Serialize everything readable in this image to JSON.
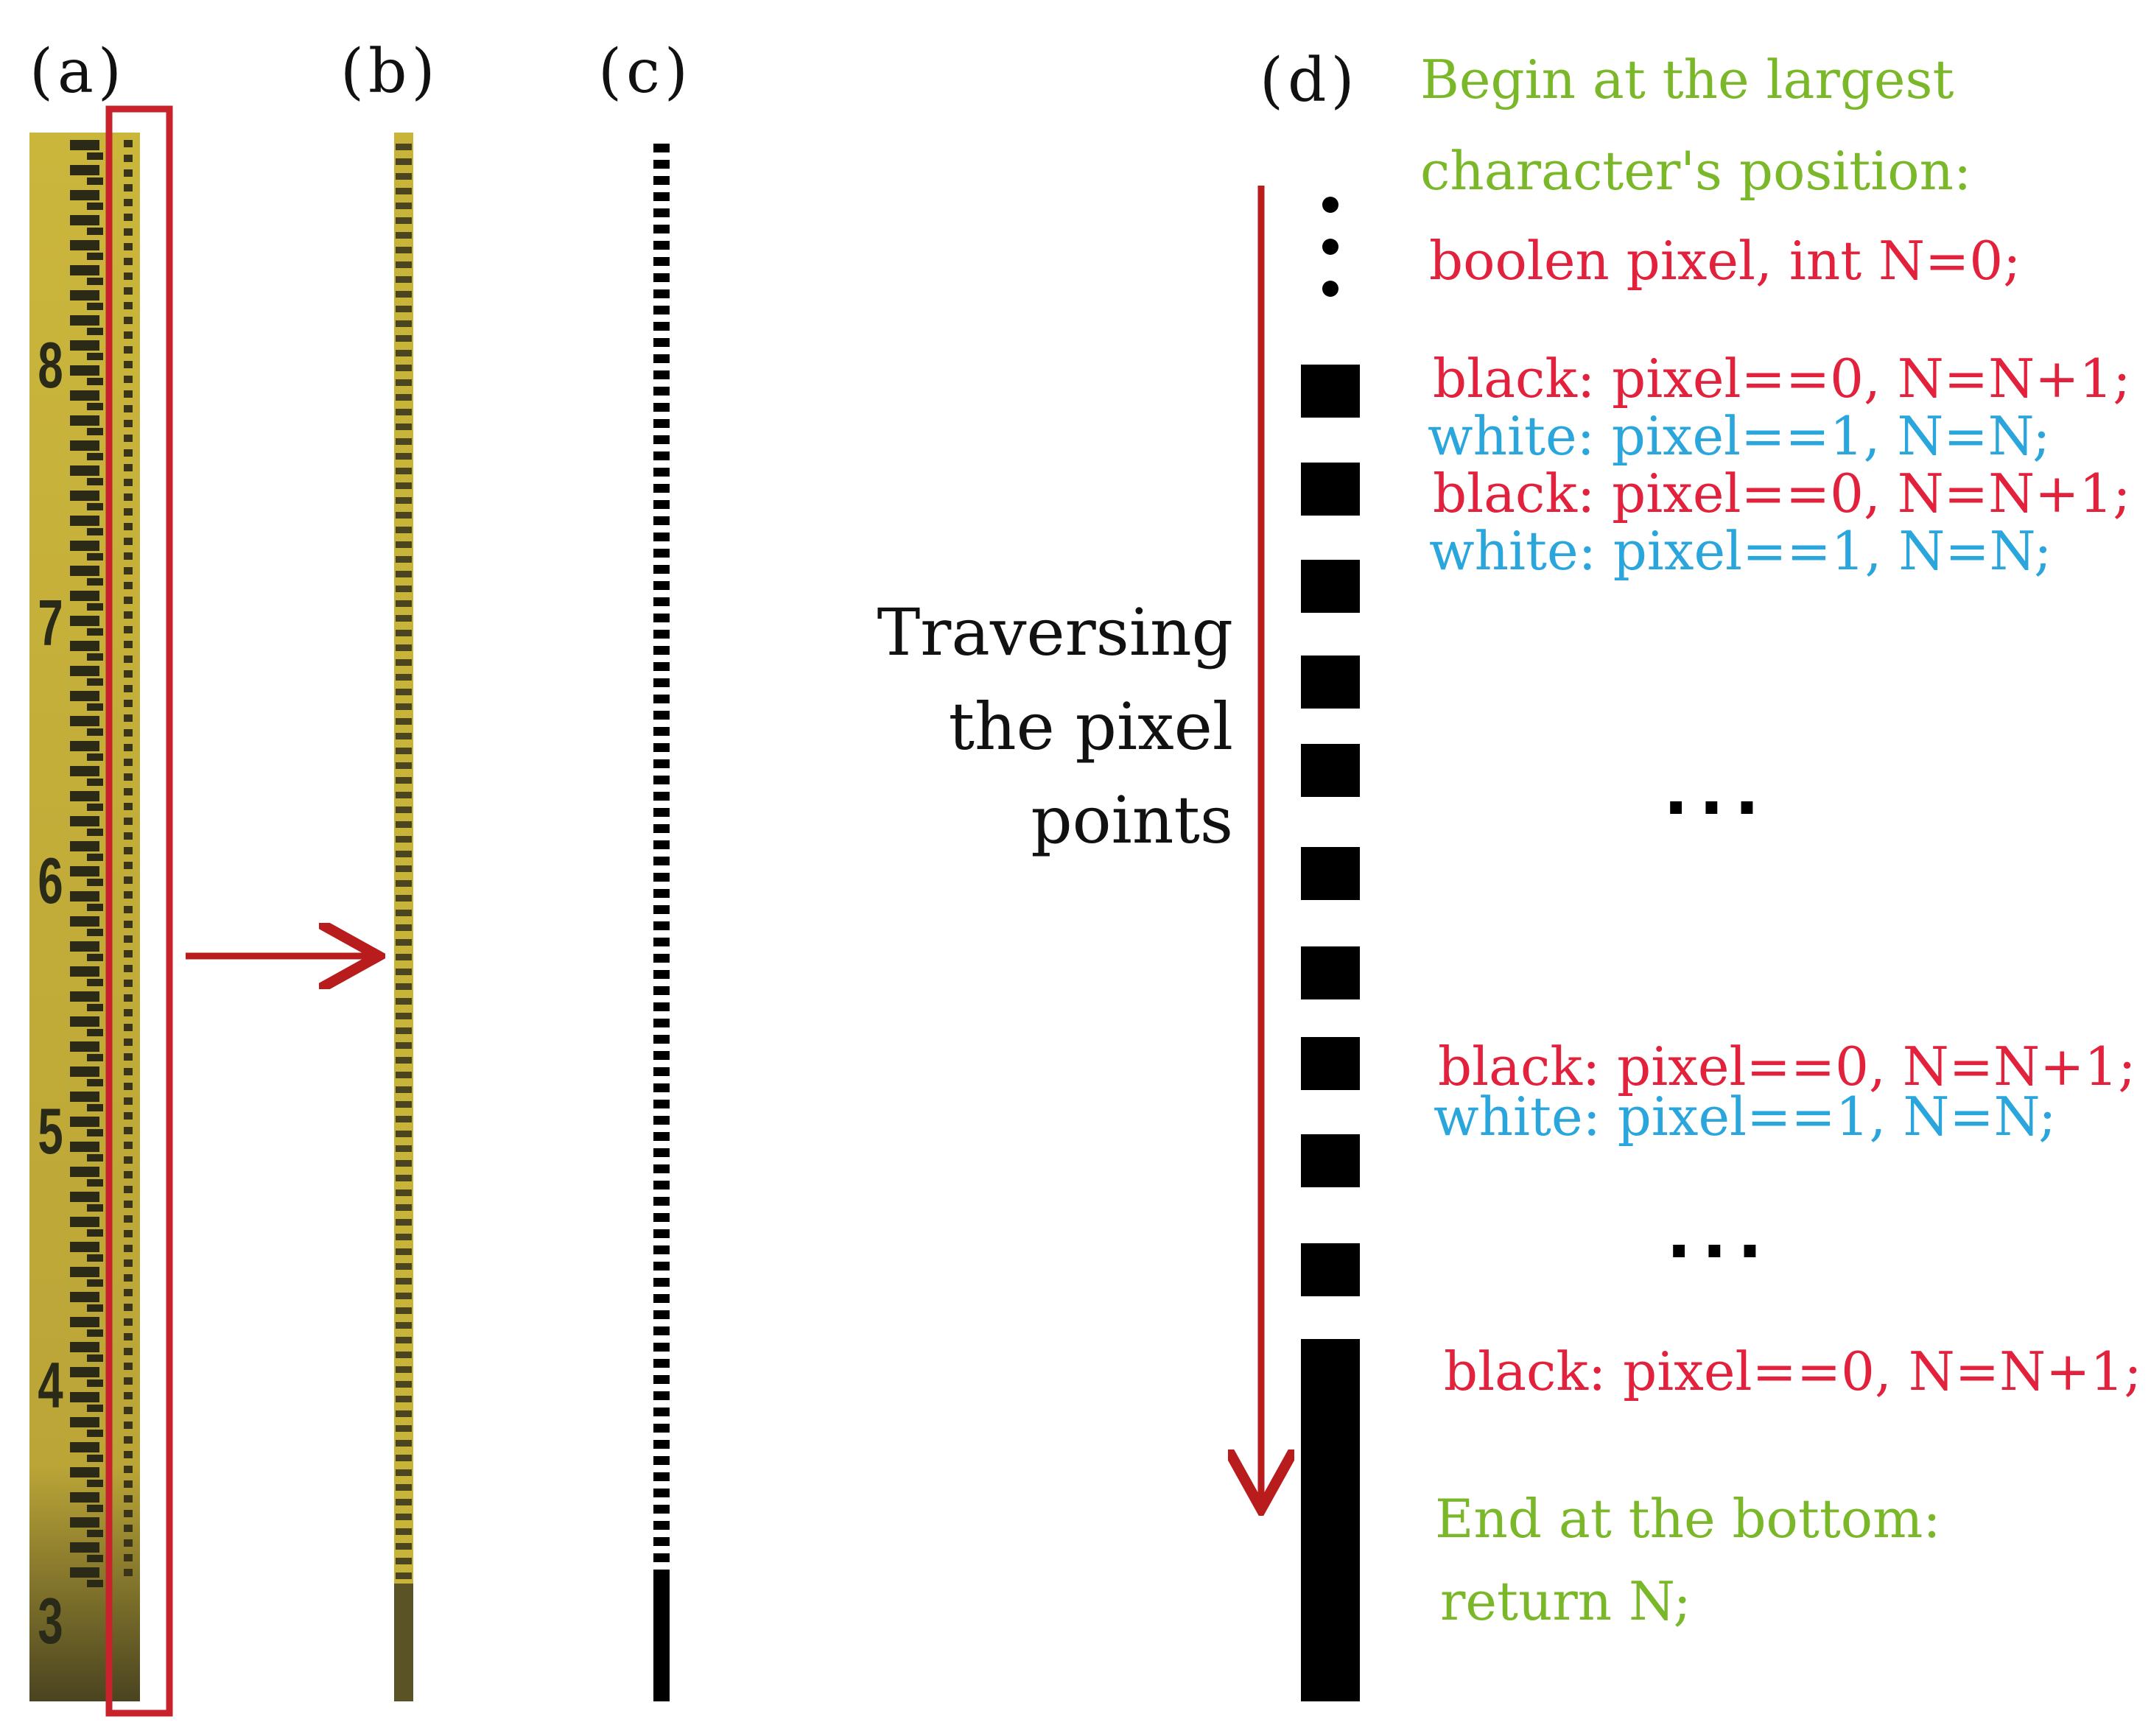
{
  "labels": {
    "a": "(a)",
    "b": "(b)",
    "c": "(c)",
    "d": "(d)"
  },
  "ruler": {
    "numbers": [
      "8",
      "7",
      "6",
      "5",
      "4",
      "3"
    ]
  },
  "traverse_text": {
    "line1": "Traversing",
    "line2": "the pixel",
    "line3": "points"
  },
  "algorithm": {
    "begin_line1": "Begin at the largest",
    "begin_line2": "character's position:",
    "init": "boolen pixel, int N=0;",
    "black_step": "black: pixel==0, N=N+1;",
    "white_step": "white: pixel==1, N=N;",
    "ellipsis": "...",
    "end_line1": "End at the bottom:",
    "end_line2": "return N;"
  },
  "colors": {
    "green": "#7ab829",
    "red": "#e2213d",
    "blue": "#2aa6dc",
    "arrow": "#b81c1c",
    "ruler_yellow": "#c8b43a"
  }
}
